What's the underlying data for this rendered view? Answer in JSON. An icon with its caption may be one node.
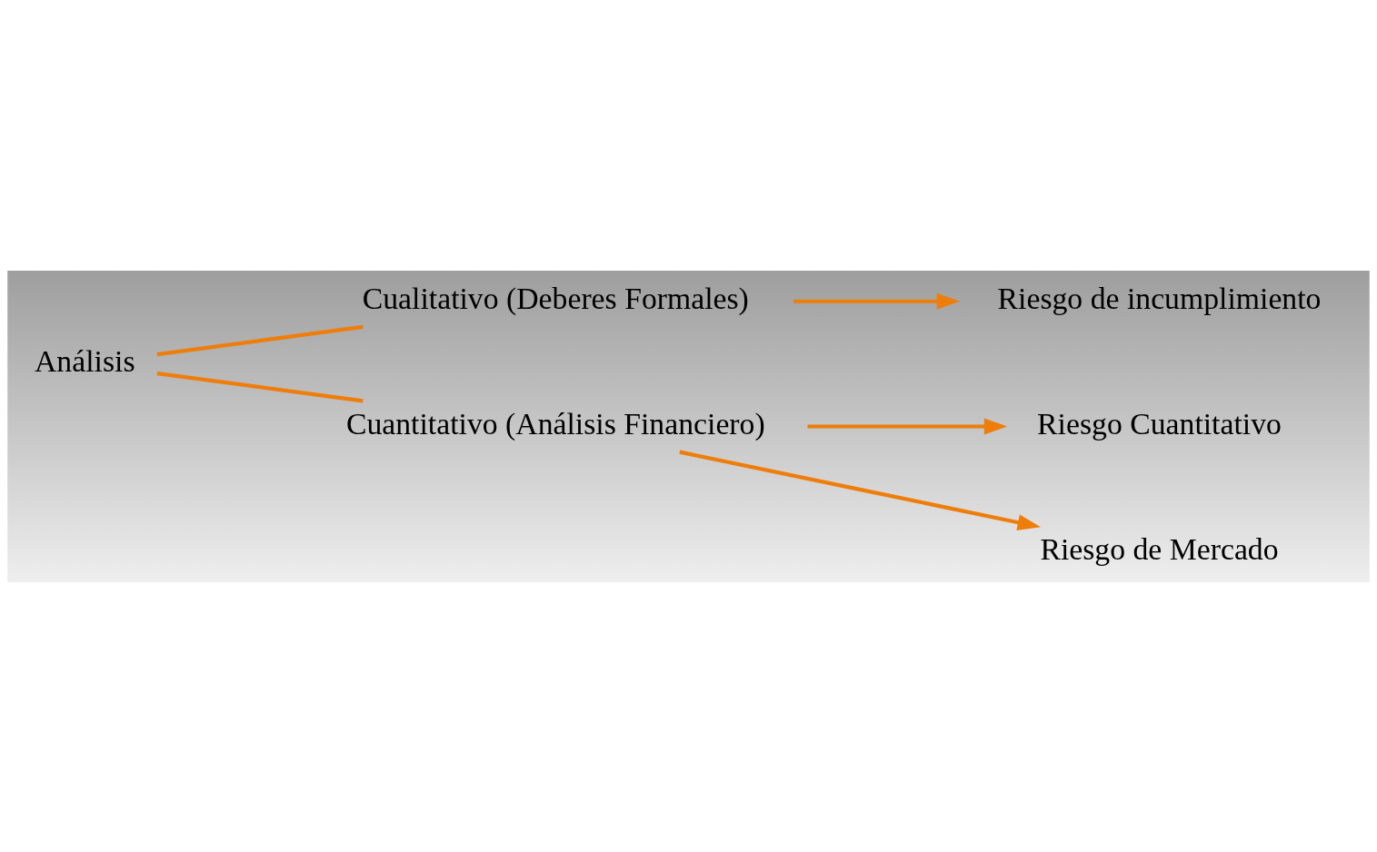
{
  "diagram": {
    "nodes": [
      {
        "text": [
          "Análisis"
        ]
      },
      {
        "text": [
          "Cualitativo (Deberes Formales)"
        ]
      },
      {
        "text": [
          "Cuantitativo (Análisis Financiero)"
        ]
      },
      {
        "text": [
          "Riesgo de incumplimiento"
        ]
      },
      {
        "text": [
          "Riesgo Cuantitativo"
        ]
      },
      {
        "text": [
          "Riesgo de Mercado"
        ]
      }
    ],
    "edges": [
      {
        "from": 0,
        "to": 1,
        "arrow": "none"
      },
      {
        "from": 0,
        "to": 2,
        "arrow": "none"
      },
      {
        "from": 1,
        "to": 3,
        "arrow": "to"
      },
      {
        "from": 2,
        "to": 4,
        "arrow": "to"
      },
      {
        "from": 2,
        "to": 5,
        "arrow": "to"
      }
    ]
  }
}
